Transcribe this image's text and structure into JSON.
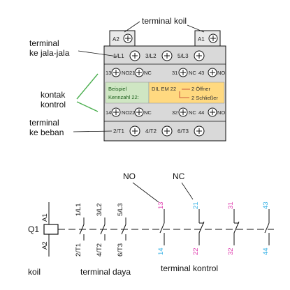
{
  "colors": {
    "ink": "#111111",
    "panel_gray": "#d9d9d9",
    "panel_light": "#e9e9e9",
    "label_green": "#cfe6c3",
    "label_yellow": "#ffd980",
    "bracket_green": "#4caf50",
    "cyan": "#3bb3e6",
    "magenta": "#e040b0"
  },
  "callouts": {
    "coil_terminal": "terminal koil",
    "supply_terminal_line1": "terminal",
    "supply_terminal_line2": "ke jala-jala",
    "control_contact_line1": "kontak",
    "control_contact_line2": "kontrol",
    "load_terminal_line1": "terminal",
    "load_terminal_line2": "ke beban"
  },
  "contactor": {
    "coil_left": "A2",
    "coil_right": "A1",
    "top_row": [
      "1/L1",
      "3/L2",
      "5/L3"
    ],
    "aux_top": [
      "13",
      "NO",
      "21",
      "NC",
      "31",
      "NC",
      "43",
      "NO"
    ],
    "nameplate_left_line1": "Beispiel",
    "nameplate_left_line2": "Kennzahl 22:",
    "nameplate_right_line1": "DIL EM 22",
    "nameplate_right_line1b": "2 Öffner",
    "nameplate_right_line2": "2 Schließer",
    "aux_bottom": [
      "14",
      "NO",
      "22",
      "NC",
      "32",
      "NC",
      "44",
      "NO"
    ],
    "bottom_row": [
      "2/T1",
      "4/T2",
      "6/T3"
    ]
  },
  "schematic": {
    "no_label": "NO",
    "nc_label": "NC",
    "device": "Q1",
    "coil_top": "A1",
    "coil_bottom": "A2",
    "power_top": [
      "1/L1",
      "3/L2",
      "5/L3"
    ],
    "power_bottom": [
      "2/T1",
      "4/T2",
      "6/T3"
    ],
    "aux_top": [
      "13",
      "21",
      "31",
      "43"
    ],
    "aux_bottom": [
      "14",
      "22",
      "32",
      "44"
    ],
    "caption_coil": "koil",
    "caption_power": "terminal daya",
    "caption_control": "terminal kontrol"
  }
}
